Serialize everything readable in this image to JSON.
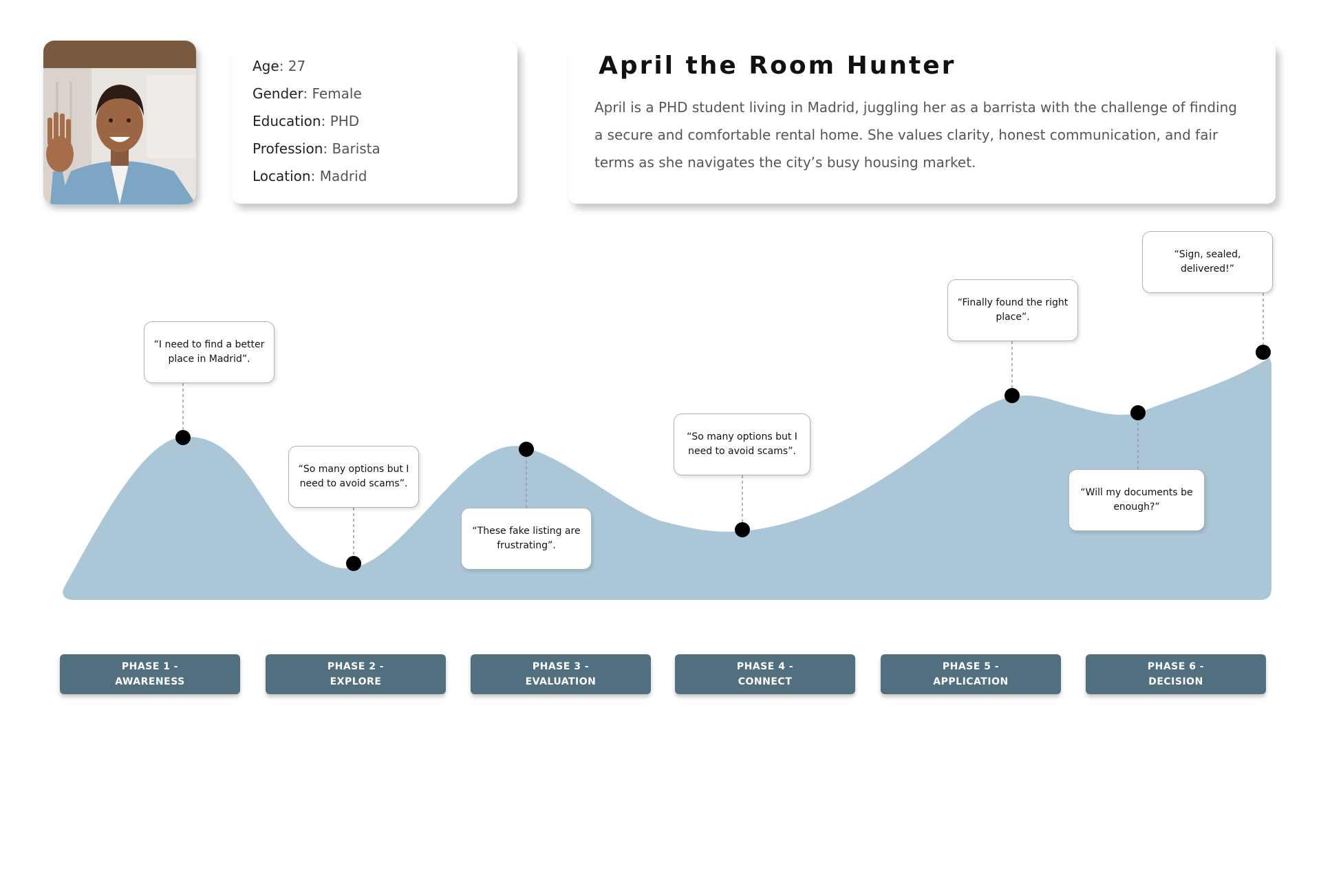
{
  "persona": {
    "name": "April the Room Hunter",
    "description": "April is a PHD student living in Madrid, juggling her as a barrista with the challenge of finding a secure and comfortable rental home. She values clarity, honest communication, and fair terms as she navigates the city’s busy housing market.",
    "details": [
      {
        "label": "Age",
        "value": "27"
      },
      {
        "label": "Gender",
        "value": "Female"
      },
      {
        "label": "Education",
        "value": "PHD"
      },
      {
        "label": "Profession",
        "value": "Barista"
      },
      {
        "label": "Location",
        "value": "Madrid"
      }
    ]
  },
  "colors": {
    "curve_fill": "#abc7d7",
    "phase_bg": "#526f80",
    "marker": "#000000"
  },
  "quotes": [
    "“I need to find a better place in Madrid”.",
    "“So many options but I need to avoid scams”.",
    "“These fake listing are frustrating”.",
    "“So many options but I need to avoid scams”.",
    "“Finally found the right place”.",
    "“Will my documents be enough?”",
    "“Sign, sealed, delivered!”"
  ],
  "phases": [
    {
      "line1": "PHASE 1 -",
      "line2": "AWARENESS"
    },
    {
      "line1": "PHASE 2 -",
      "line2": "EXPLORE"
    },
    {
      "line1": "PHASE 3 -",
      "line2": "EVALUATION"
    },
    {
      "line1": "PHASE 4 -",
      "line2": "CONNECT"
    },
    {
      "line1": "PHASE 5 -",
      "line2": "APPLICATION"
    },
    {
      "line1": "PHASE 6 -",
      "line2": "DECISION"
    }
  ]
}
